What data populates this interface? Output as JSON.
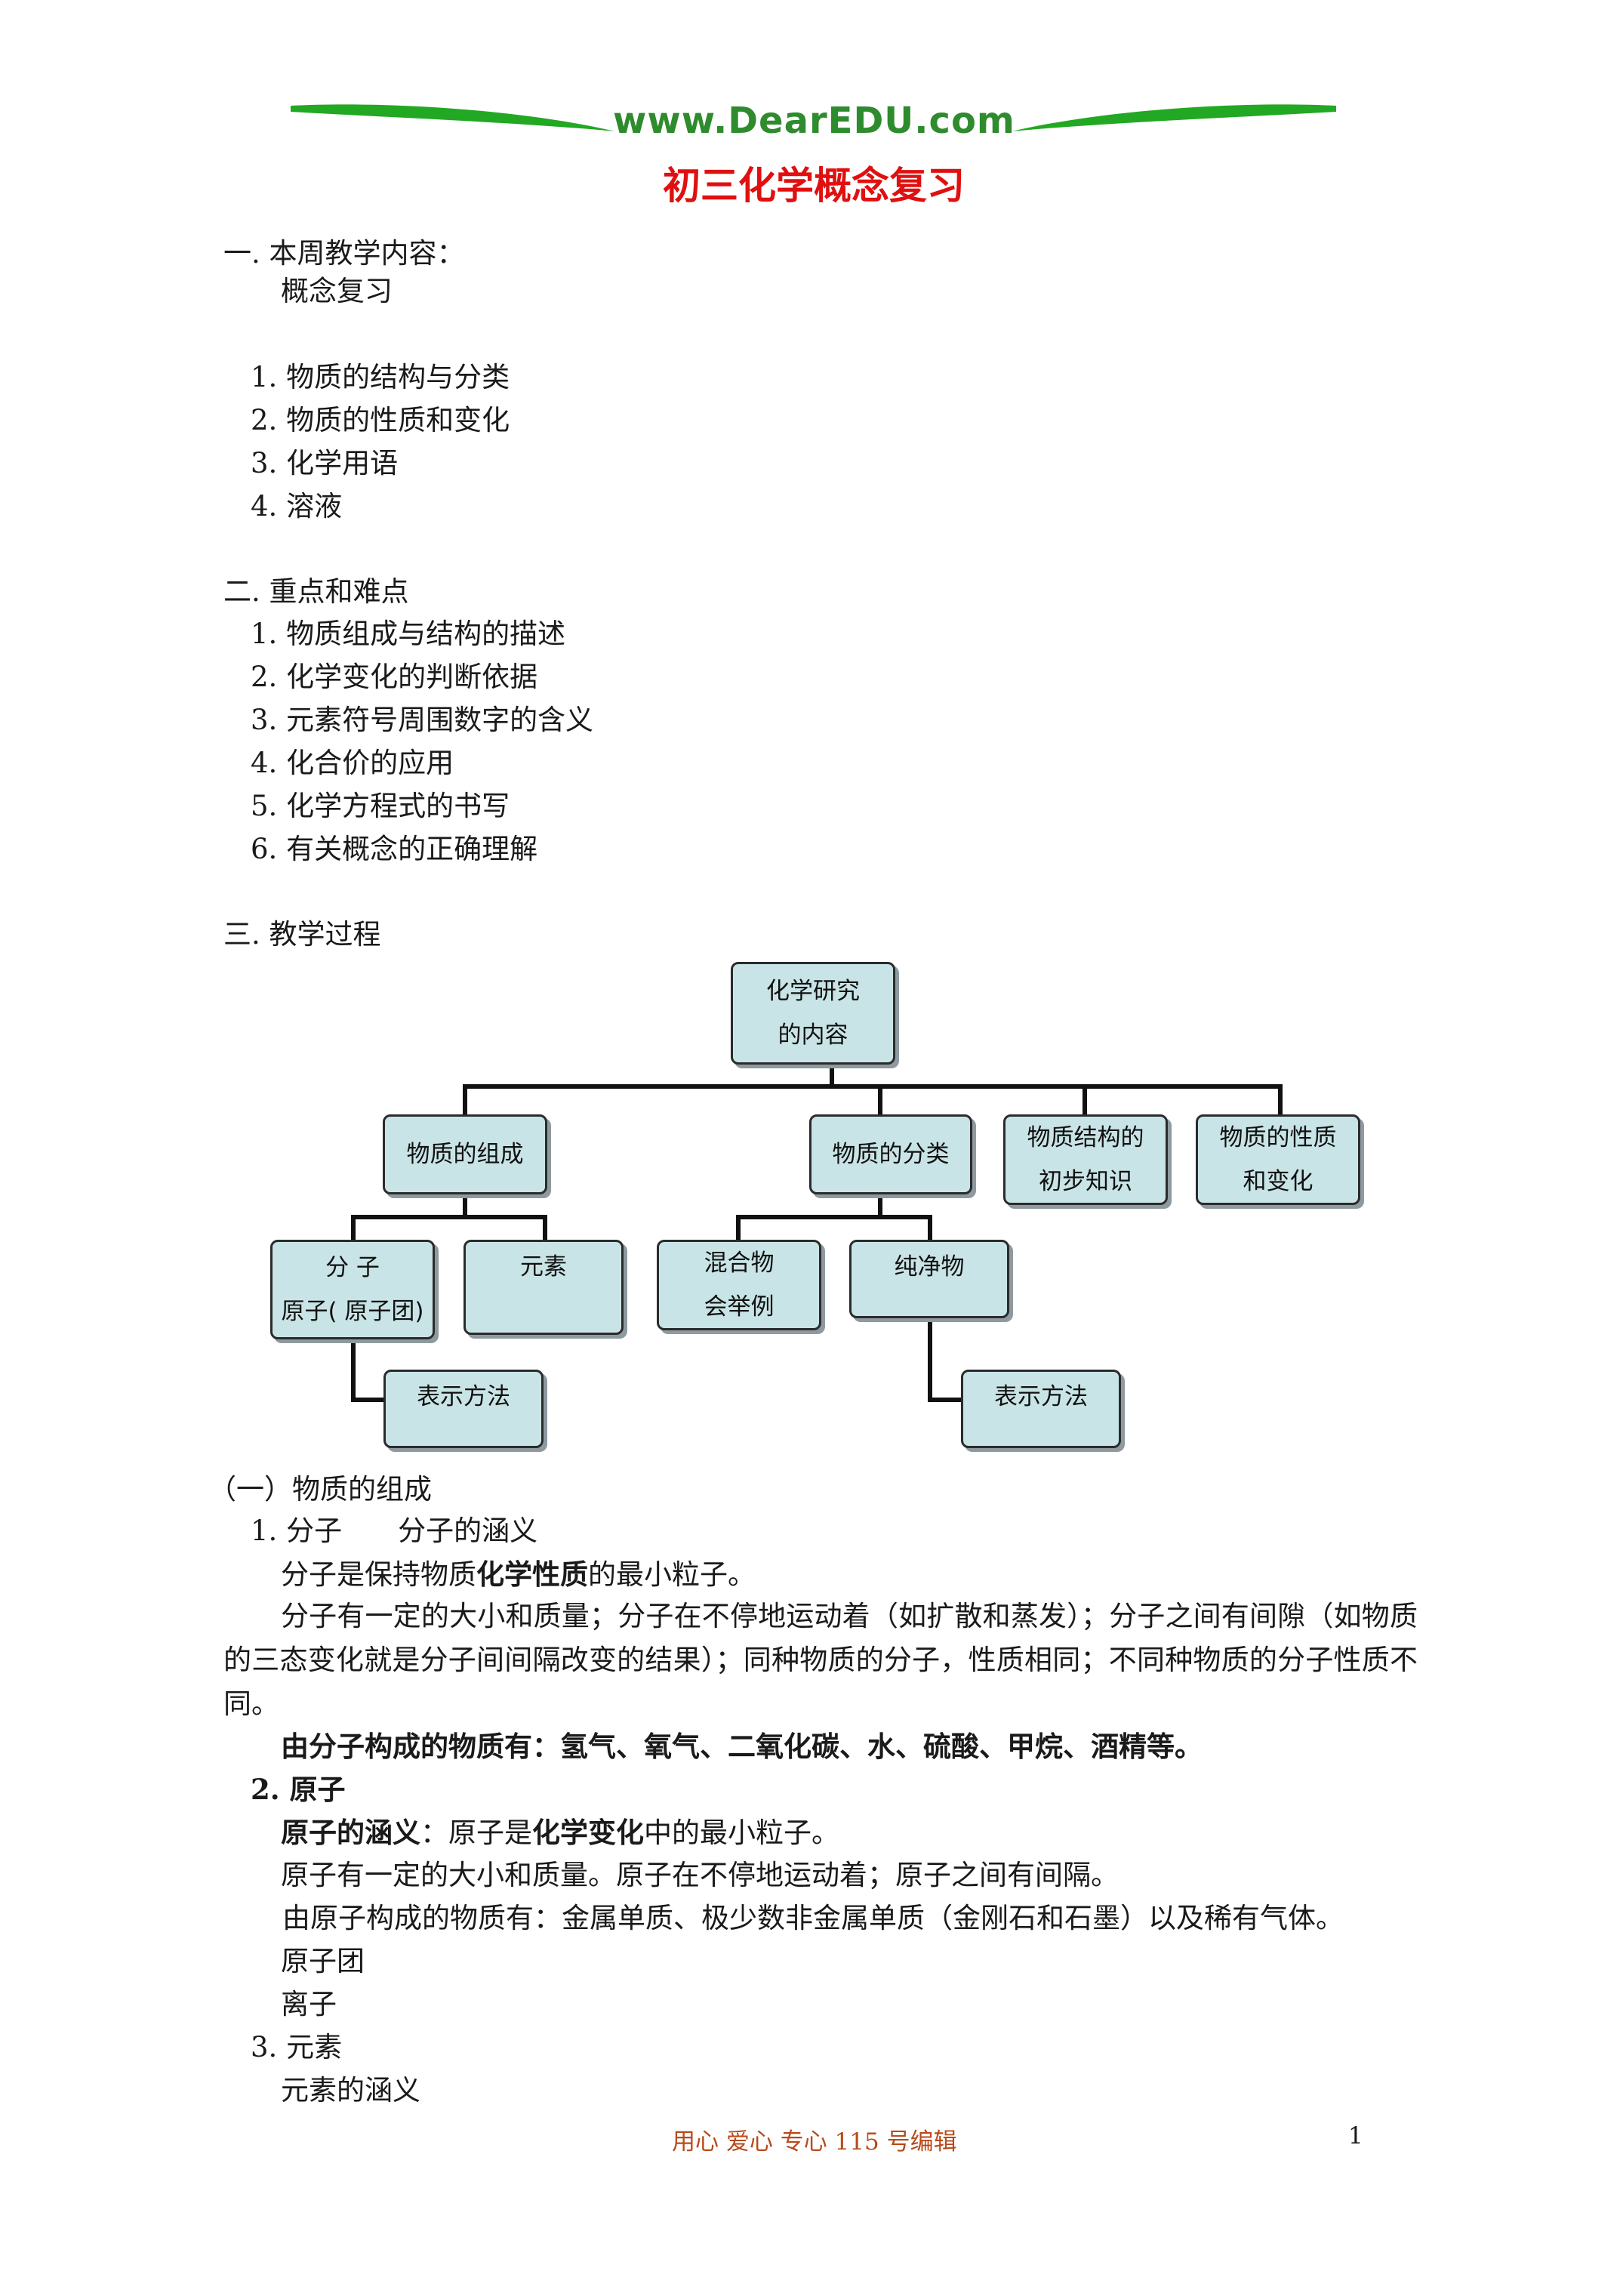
{
  "header": {
    "site": "www.DearEDU.com",
    "title": "初三化学概念复习"
  },
  "section1": {
    "heading": "一. 本周教学内容：",
    "sub": "概念复习",
    "items": [
      "1. 物质的结构与分类",
      "2. 物质的性质和变化",
      "3. 化学用语",
      "4. 溶液"
    ]
  },
  "section2": {
    "heading": "二. 重点和难点",
    "items": [
      "1. 物质组成与结构的描述",
      "2. 化学变化的判断依据",
      "3. 元素符号周围数字的含义",
      "4. 化合价的应用",
      "5. 化学方程式的书写",
      "6. 有关概念的正确理解"
    ]
  },
  "section3": {
    "heading": "三. 教学过程"
  },
  "diagram": {
    "root": [
      "化学研究",
      "的内容"
    ],
    "composition": "物质的组成",
    "classification": "物质的分类",
    "structure": [
      "物质结构的",
      "初步知识"
    ],
    "properties": [
      "物质的性质",
      "和变化"
    ],
    "molecule": [
      "分  子",
      "原子( 原子团)"
    ],
    "element": "元素",
    "mixture": [
      "混合物",
      "会举例"
    ],
    "pure": "纯净物",
    "repr1": "表示方法",
    "repr2": "表示方法"
  },
  "part1": {
    "heading": "（一）物质的组成",
    "molecule_heading": "1. 分子　　分子的涵义",
    "molecule_def_pre": "分子是保持物质",
    "molecule_def_bold": "化学性质",
    "molecule_def_post": "的最小粒子。",
    "molecule_desc": "分子有一定的大小和质量；分子在不停地运动着（如扩散和蒸发）；分子之间有间隙（如物质的三态变化就是分子间间隔改变的结果）；同种物质的分子，性质相同；不同种物质的分子性质不同。",
    "molecule_examples": "由分子构成的物质有：氢气、氧气、二氧化碳、水、硫酸、甲烷、酒精等。",
    "atom_heading": "2. 原子",
    "atom_def_label": "原子的涵义",
    "atom_def_pre": "：原子是",
    "atom_def_bold": "化学变化",
    "atom_def_post": "中的最小粒子。",
    "atom_desc": "原子有一定的大小和质量。原子在不停地运动着；原子之间有间隔。",
    "atom_examples": "由原子构成的物质有：金属单质、极少数非金属单质（金刚石和石墨）以及稀有气体。",
    "atom_group": "原子团",
    "ion": "离子",
    "element_heading": "3. 元素",
    "element_def": "元素的涵义"
  },
  "footer": {
    "text": "用心  爱心  专心   115 号编辑",
    "page": "1"
  }
}
